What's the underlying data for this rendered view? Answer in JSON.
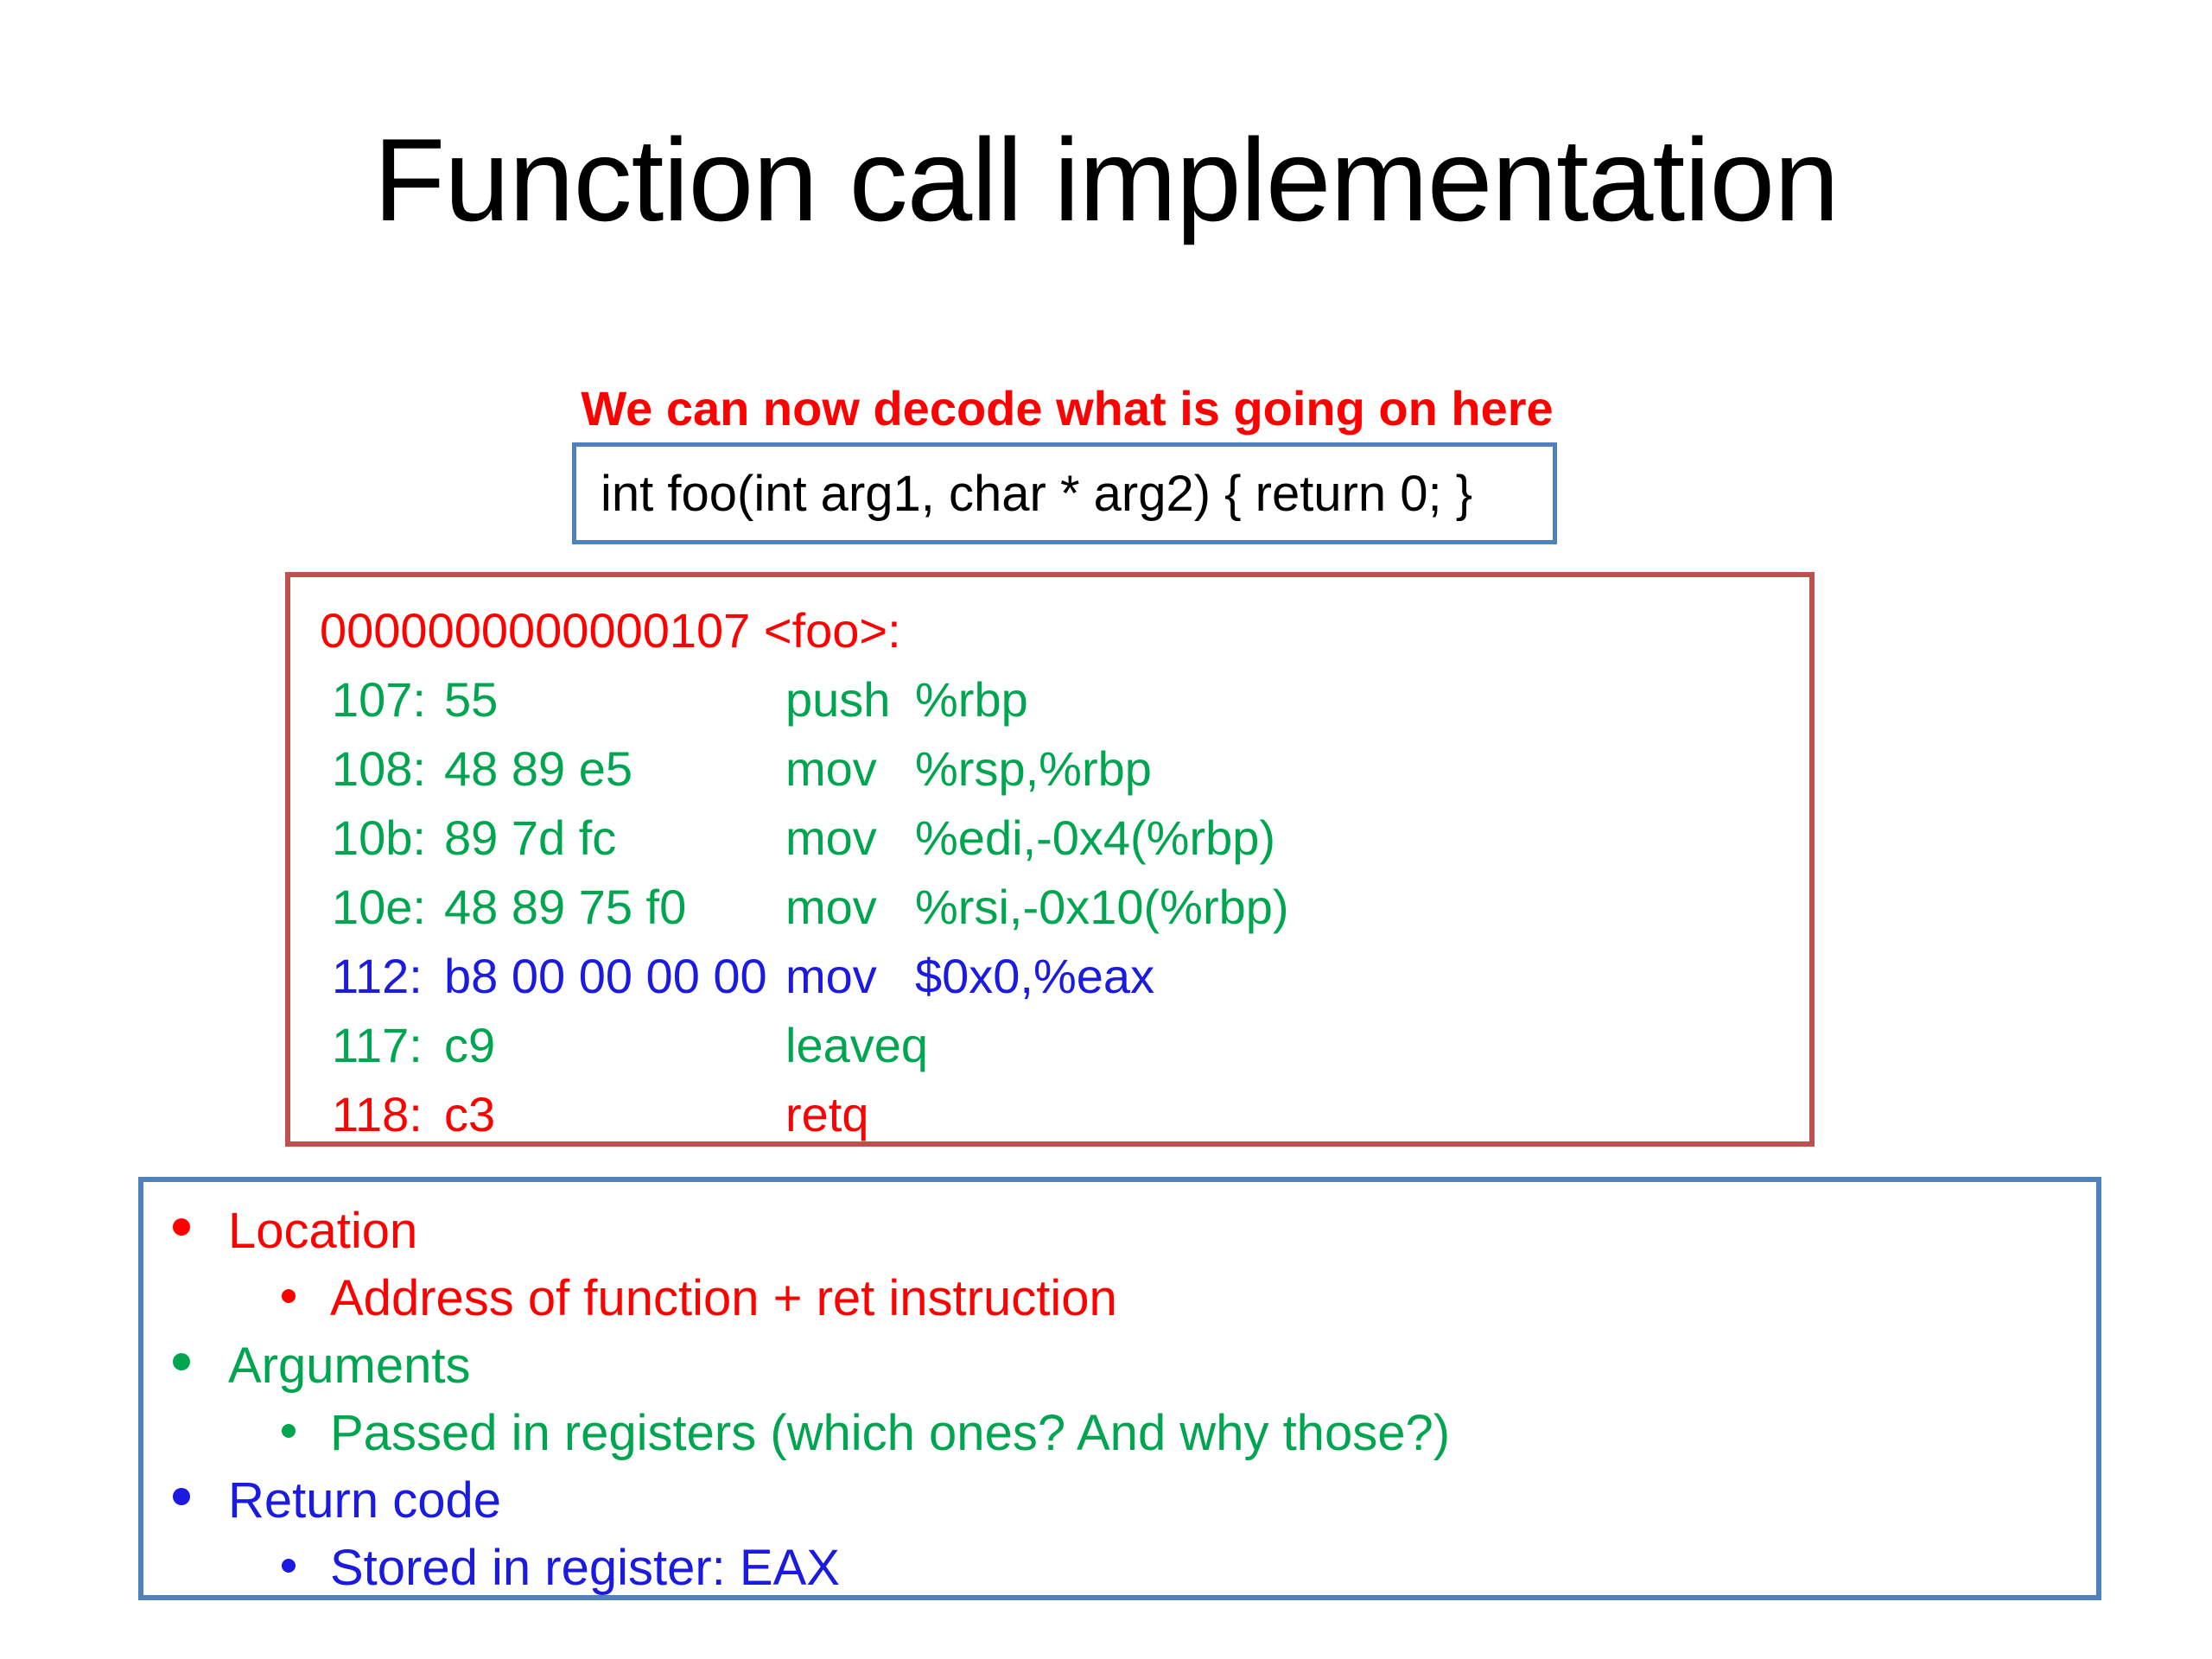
{
  "slide": {
    "title": "Function call implementation",
    "lead_in": "We can now decode what is going on here",
    "signature": "int foo(int arg1, char * arg2) { return 0; }"
  },
  "colors": {
    "red_text": "#FF0000",
    "green_text": "#00A550",
    "blue_text": "#1A1AE0",
    "red_border": "#C0504D",
    "blue_border": "#4F81BD",
    "black_text": "#000000"
  },
  "disassembly": {
    "header": "0000000000000107 <foo>:",
    "header_color": "red",
    "rows": [
      {
        "addr": "107:",
        "bytes": "55",
        "mnemonic": "push",
        "operands": "%rbp",
        "color": "green"
      },
      {
        "addr": "108:",
        "bytes": "48 89 e5",
        "mnemonic": "mov",
        "operands": "%rsp,%rbp",
        "color": "green"
      },
      {
        "addr": "10b:",
        "bytes": "89 7d fc",
        "mnemonic": "mov",
        "operands": "%edi,-0x4(%rbp)",
        "color": "green"
      },
      {
        "addr": "10e:",
        "bytes": "48 89 75 f0",
        "mnemonic": "mov",
        "operands": "%rsi,-0x10(%rbp)",
        "color": "green"
      },
      {
        "addr": "112:",
        "bytes": "b8 00 00 00 00",
        "mnemonic": "mov",
        "operands": "$0x0,%eax",
        "color": "blue"
      },
      {
        "addr": "117:",
        "bytes": "c9",
        "mnemonic": "leaveq",
        "operands": "",
        "color": "green"
      },
      {
        "addr": "118:",
        "bytes": "c3",
        "mnemonic": "retq",
        "operands": "",
        "color": "red"
      }
    ]
  },
  "bullets": [
    {
      "level": 1,
      "color": "red",
      "label": "Location"
    },
    {
      "level": 2,
      "color": "red",
      "label": "Address of function + ret instruction"
    },
    {
      "level": 1,
      "color": "green",
      "label": "Arguments"
    },
    {
      "level": 2,
      "color": "green",
      "label": "Passed in registers (which ones? And why those?)"
    },
    {
      "level": 1,
      "color": "blue",
      "label": "Return code"
    },
    {
      "level": 2,
      "color": "blue",
      "label": "Stored in register: EAX"
    }
  ]
}
